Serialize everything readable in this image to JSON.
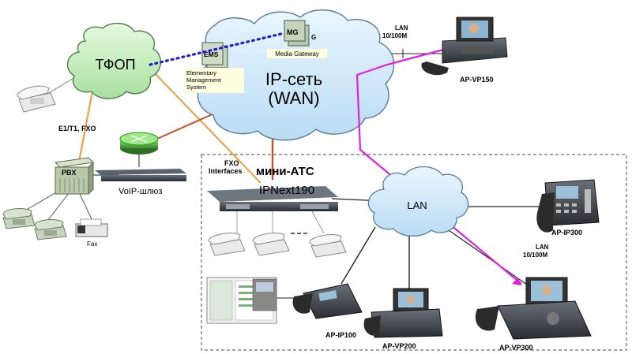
{
  "colors": {
    "cloud_fill": "#cfe9fb",
    "cloud_stroke": "#5a7a96",
    "pstn_fill": "#c8f0c0",
    "pstn_stroke": "#4e7d48",
    "magenta_line": "#e21ee0",
    "orange_line": "#e8a24a",
    "brown_line": "#c2502a",
    "dotted_line": "#1f1fd0",
    "box_fill": "#b8c8b0"
  },
  "labels": {
    "pstn": "ТФОП",
    "ip_network_line1": "IP-сеть",
    "ip_network_line2": "(WAN)",
    "mg": "MG",
    "mg_small": "G",
    "media_gateway": "Media Gateway",
    "ems": "EMS",
    "ems_desc_line1": "Elementary",
    "ems_desc_line2": "Management",
    "ems_desc_line3": "System",
    "lan_top_line1": "LAN",
    "lan_top_line2": "10/100M",
    "ap_vp150": "AP-VP150",
    "e1_t1_fxo": "E1/T1, FXO",
    "pbx": "PBX",
    "voip_gateway": "VoIP-шлюз",
    "fax": "Fax",
    "fxo_interfaces_line1": "FXO",
    "fxo_interfaces_line2": "Interfaces",
    "mini_ats": "мини-АТС",
    "ipnext": "IPNext190",
    "lan_cloud": "LAN",
    "ap_ip300": "AP-IP300",
    "lan_right_line1": "LAN",
    "lan_right_line2": "10/100M",
    "ap_ip100": "AP-IP100",
    "ap_vp200": "AP-VP200",
    "ap_vp300": "AP-VP300"
  }
}
